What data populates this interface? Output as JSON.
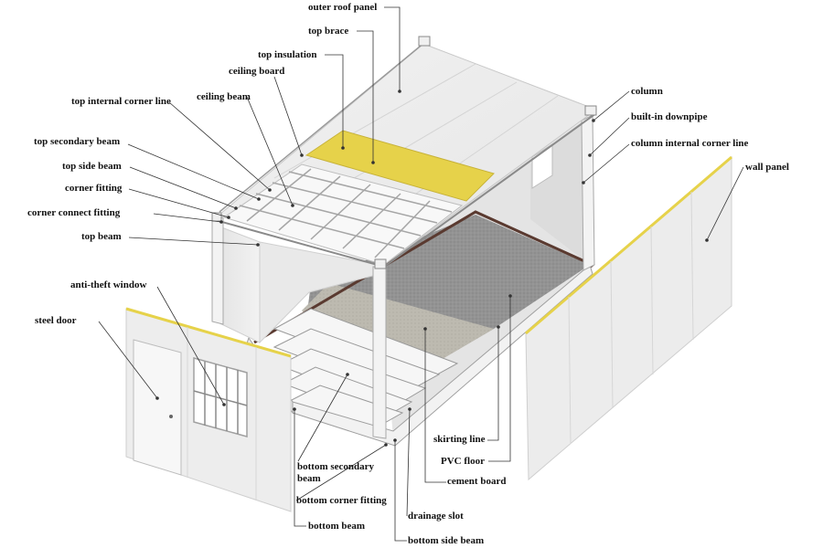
{
  "labels": {
    "outer_roof_panel": "outer roof panel",
    "top_brace": "top brace",
    "top_insulation": "top insulation",
    "ceiling_board": "ceiling board",
    "ceiling_beam": "ceiling beam",
    "top_internal_corner_line": "top internal corner line",
    "top_secondary_beam": "top secondary beam",
    "top_side_beam": "top side beam",
    "corner_fitting": "corner fitting",
    "corner_connect_fitting": "corner connect fitting",
    "top_beam": "top beam",
    "anti_theft_window": "anti-theft window",
    "steel_door": "steel door",
    "column": "column",
    "built_in_downpipe": "built-in downpipe",
    "column_internal_corner_line": "column internal corner line",
    "wall_panel": "wall panel",
    "skirting_line": "skirting line",
    "pvc_floor": "PVC floor",
    "cement_board": "cement board",
    "bottom_secondary_beam": "bottom secondary beam",
    "bottom_corner_fitting": "bottom corner fitting",
    "bottom_beam": "bottom beam",
    "drainage_slot": "drainage slot",
    "bottom_side_beam": "bottom side beam"
  },
  "colors": {
    "insulation": "#e6d24a",
    "panel": "#ececec",
    "frame": "#f4f4f4",
    "floor": "#8e8e8e",
    "cement": "#b9b5a8",
    "skirting": "#5a3a30",
    "leader": "#333333"
  },
  "icons": {
    "window_bars": "window-bars-icon",
    "door_handle": "door-handle-icon"
  }
}
